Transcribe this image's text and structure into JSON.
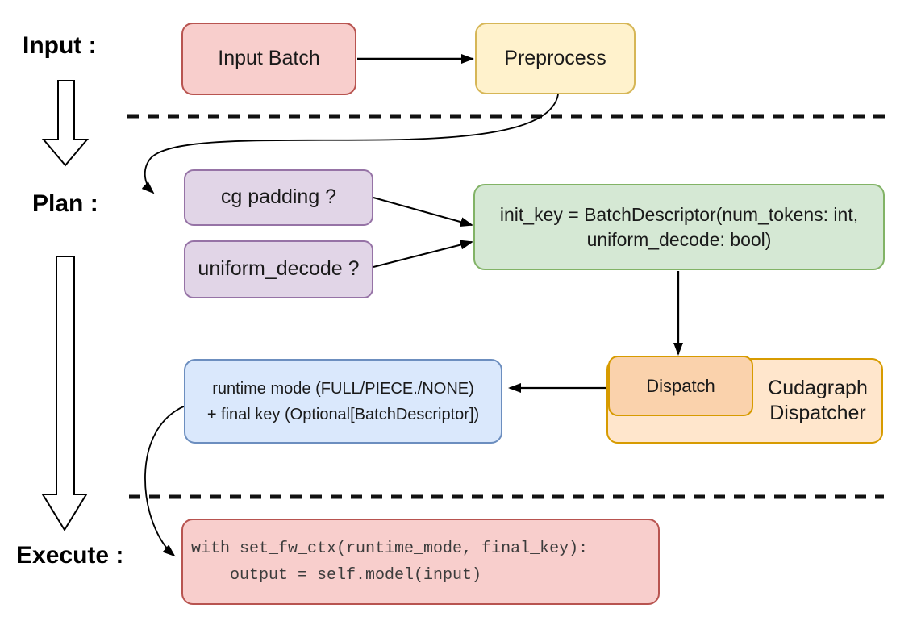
{
  "stages": {
    "input_label": "Input :",
    "plan_label": "Plan :",
    "execute_label": "Execute :"
  },
  "nodes": {
    "input_batch": "Input Batch",
    "preprocess": "Preprocess",
    "cg_padding": "cg padding ?",
    "uniform_decode": "uniform_decode ?",
    "init_key_line1": "init_key = BatchDescriptor(num_tokens: int,",
    "init_key_line2": "uniform_decode: bool)",
    "dispatch": "Dispatch",
    "dispatcher_line1": "Cudagraph",
    "dispatcher_line2": "Dispatcher",
    "runtime_line1": "runtime mode (FULL/PIECE./NONE)",
    "runtime_line2": "+ final key (Optional[BatchDescriptor])",
    "code_line1": "with set_fw_ctx(runtime_mode, final_key):",
    "code_line2": "    output = self.model(input)"
  },
  "colors": {
    "red_fill": "#F8CECC",
    "red_stroke": "#B85450",
    "yellow_fill": "#FFF2CC",
    "yellow_stroke": "#D6B656",
    "purple_fill": "#E1D5E7",
    "purple_stroke": "#9673A6",
    "green_fill": "#D5E8D4",
    "green_stroke": "#82B366",
    "blue_fill": "#DAE8FC",
    "blue_stroke": "#6C8EBF",
    "orange_fill": "#FFE6CC",
    "orange_inner_fill": "#FAD2AC",
    "orange_stroke": "#D79B00",
    "connector": "#000000"
  }
}
